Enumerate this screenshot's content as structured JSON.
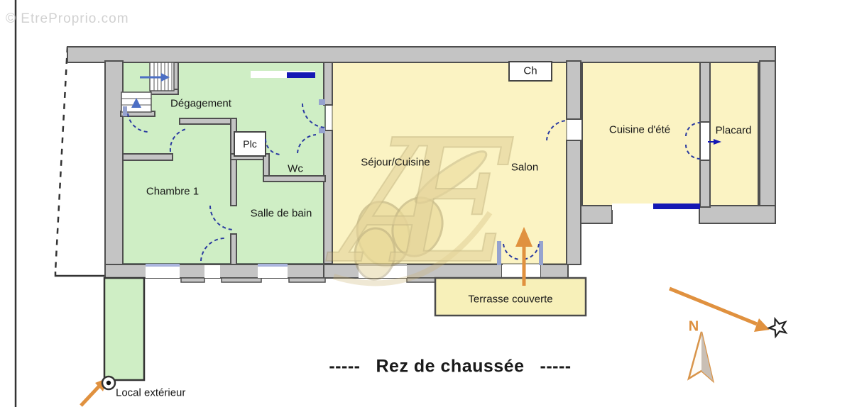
{
  "watermark_text": "© EtreProprio.com",
  "logo_monogram": "Æ",
  "title": {
    "prefix": "-----",
    "text": "Rez de chaussée",
    "suffix": "-----"
  },
  "rooms": {
    "degagement": "Dégagement",
    "plc": "Plc",
    "wc": "Wc",
    "chambre1": "Chambre 1",
    "salle_de_bain": "Salle de bain",
    "sejour_cuisine": "Séjour/Cuisine",
    "salon": "Salon",
    "cheminee": "Ch",
    "cuisine_ete": "Cuisine d'été",
    "placard": "Placard",
    "terrasse": "Terrasse couverte",
    "local_exterieur": "Local extérieur"
  },
  "compass": {
    "north_label": "N"
  },
  "colors": {
    "wall_fill": "#c4c4c4",
    "wall_stroke": "#4f4f4f",
    "room_green": "#cfeec5",
    "room_yellow": "#fbf3c3",
    "window_blue": "#1418b4",
    "door_arc_blue": "#2a3aa0",
    "arrow_orange": "#e0913f",
    "watermark_tan": "#cbb271"
  }
}
